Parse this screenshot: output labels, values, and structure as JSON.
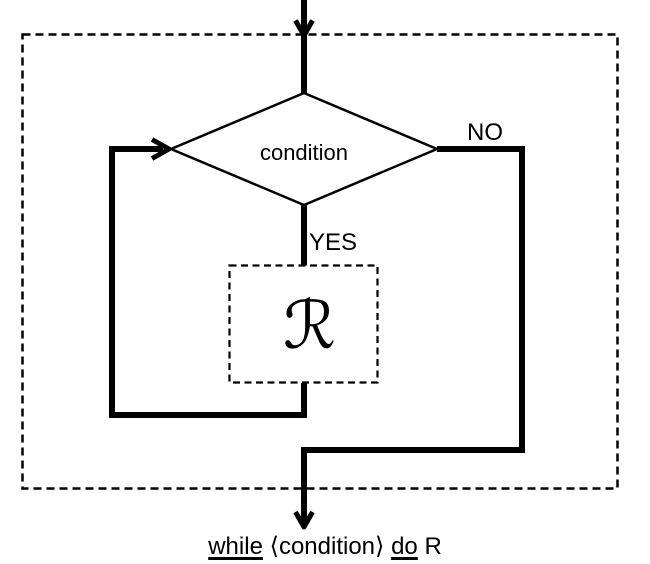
{
  "flowchart": {
    "condition_label": "condition",
    "no_label": "NO",
    "yes_label": "YES",
    "body_symbol": "ℛ"
  },
  "caption": {
    "while_keyword": "while",
    "condition_expression": "⟨condition⟩",
    "do_keyword": "do",
    "body_name": "R"
  },
  "colors": {
    "line": "#000000",
    "background": "#ffffff"
  }
}
